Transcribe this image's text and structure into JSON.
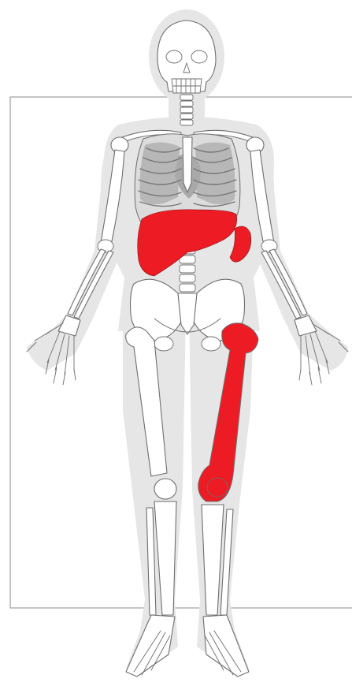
{
  "figure": {
    "type": "anatomical-skeleton",
    "view": "anterior",
    "silhouette_color": "#e6e6e6",
    "bone_color": "#ffffff",
    "outline_color": "#6e6e6e",
    "frame_color": "#8a8a8a",
    "lung_color": "#b7b7b7"
  },
  "highlights": [
    {
      "structure": "liver",
      "color": "#ed1c24"
    },
    {
      "structure": "spleen",
      "color": "#ed1c24"
    },
    {
      "structure": "left femur",
      "color": "#ed1c24"
    }
  ]
}
